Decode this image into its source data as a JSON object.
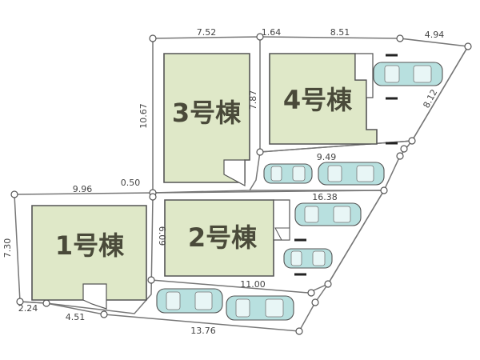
{
  "buildings": {
    "b1": "1号棟",
    "b2": "2号棟",
    "b3": "3号棟",
    "b4": "4号棟"
  },
  "dimensions": {
    "d_752": "7.52",
    "d_164": "1.64",
    "d_851": "8.51",
    "d_494": "4.94",
    "d_1067": "10.67",
    "d_787": "7.87",
    "d_812": "8.12",
    "d_949": "9.49",
    "d_050": "0.50",
    "d_996": "9.96",
    "d_1638": "16.38",
    "d_730": "7.30",
    "d_609": "6.09",
    "d_1100": "11.00",
    "d_224": "2.24",
    "d_451": "4.51",
    "d_1376": "13.76"
  },
  "colors": {
    "building_fill": "#dfe8c8",
    "car_fill": "#b8e0df",
    "line": "#777777"
  }
}
